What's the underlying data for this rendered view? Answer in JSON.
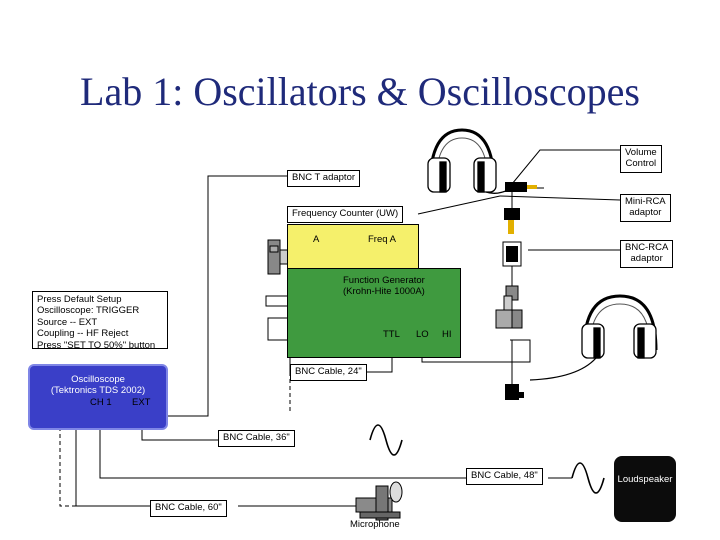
{
  "title": "Lab 1: Oscillators & Oscilloscopes",
  "labels": {
    "volume_control": [
      "Volume",
      "Control"
    ],
    "bnc_t_adaptor": "BNC T adaptor",
    "mini_rca_adaptor": [
      "Mini-RCA",
      "adaptor"
    ],
    "bnc_rca_adaptor": [
      "BNC-RCA",
      "adaptor"
    ],
    "bnc_cable_24": "BNC Cable, 24\"",
    "bnc_cable_36": "BNC Cable, 36\"",
    "bnc_cable_48": "BNC Cable, 48\"",
    "bnc_cable_60": "BNC Cable, 60\"",
    "microphone": "Microphone",
    "loudspeaker": "Loudspeaker"
  },
  "frequency_counter": {
    "title": "Frequency Counter (UW)",
    "input_a": "A",
    "freq_a": "Freq A"
  },
  "function_generator": {
    "title": [
      "Function Generator",
      "(Krohn-Hite 1000A)"
    ],
    "ttl": "TTL",
    "lo": "LO",
    "hi": "HI"
  },
  "oscilloscope": {
    "title": [
      "Oscilloscope",
      "(Tektronics TDS 2002)"
    ],
    "ch1": "CH 1",
    "ext": "EXT"
  },
  "setup_notes": [
    "Press Default Setup",
    "Oscilloscope: TRIGGER",
    "Source -- EXT",
    "Coupling -- HF Reject",
    "Press \"SET TO 50%\" button"
  ],
  "colors": {
    "title": "#1f2a7a",
    "frequency_counter": "#f5f06b",
    "function_generator": "#3f9a3f",
    "oscilloscope": "#3a3fc8",
    "loudspeaker": "#0c0c0c"
  }
}
